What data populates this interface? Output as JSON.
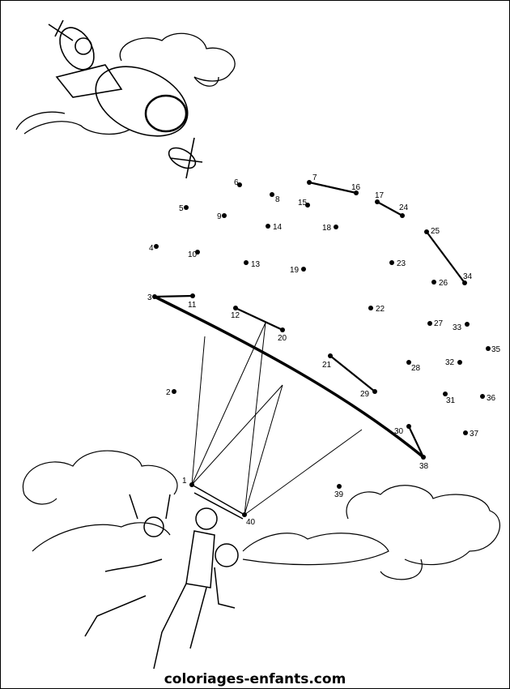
{
  "dots": {
    "labels": [
      "1",
      "2",
      "3",
      "4",
      "5",
      "6",
      "7",
      "8",
      "9",
      "10",
      "11",
      "12",
      "13",
      "14",
      "15",
      "16",
      "17",
      "18",
      "19",
      "20",
      "21",
      "22",
      "23",
      "24",
      "25",
      "26",
      "27",
      "28",
      "29",
      "30",
      "31",
      "32",
      "33",
      "34",
      "35",
      "36",
      "37",
      "38",
      "39",
      "40"
    ]
  },
  "footer": {
    "site": "coloriages-enfants.com"
  }
}
